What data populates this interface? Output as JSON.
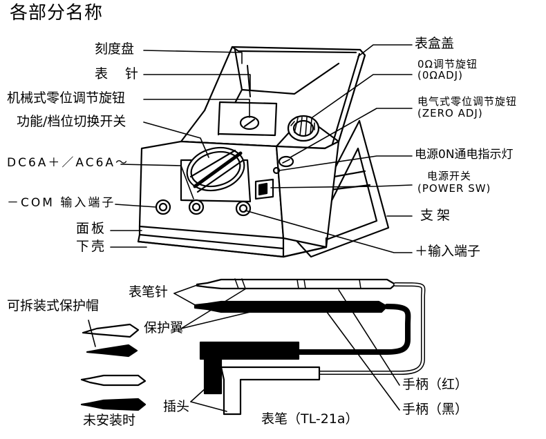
{
  "title": "各部分名称",
  "meter_labels": {
    "scale": "刻度盘",
    "needle": "表　针",
    "mech_zero": "机械式零位调节旋钮",
    "function_switch": "功能/档位切换开关",
    "dc_ac": "DC6A＋／AC6A～",
    "com_terminal": "－COM 输入端子",
    "panel": "面板",
    "lower_case": "下壳",
    "cover": "表盒盖",
    "ohm_adj": "0Ω调节旋钮",
    "ohm_adj_en": "(0ΩADJ)",
    "elec_zero": "电气式零位调节旋钮",
    "elec_zero_en": "(ZERO ADJ)",
    "power_led": "电源0N通电指示灯",
    "power_switch": "电源开关",
    "power_switch_en": "(POWER SW)",
    "stand": "支架",
    "plus_terminal": "＋输入端子"
  },
  "lead_labels": {
    "probe_tip": "表笔针",
    "cap": "可拆装式保护帽",
    "guard": "保护翼",
    "plug": "插头",
    "unmounted": "未安装时",
    "handle_red": "手柄（红）",
    "handle_black": "手柄（黑）",
    "caption": "表笔（TL-21a）"
  }
}
